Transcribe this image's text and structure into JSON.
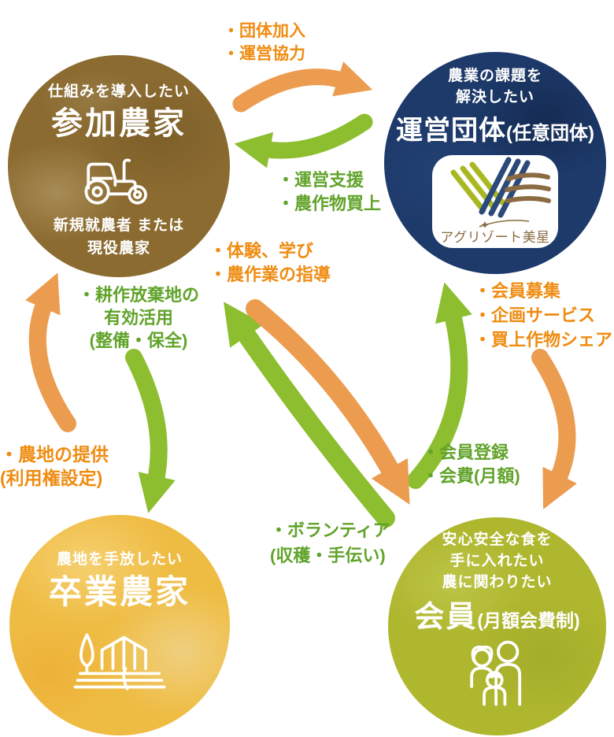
{
  "nodes": {
    "sanka": {
      "tagline": "仕組みを導入したい",
      "title": "参加農家",
      "subtitle_line1": "新規就農者 または",
      "subtitle_line2": "現役農家",
      "icon": "tractor-icon",
      "color": "#8b6b30"
    },
    "unei": {
      "tagline_line1": "農業の課題を",
      "tagline_line2": "解決したい",
      "title": "運営団体",
      "title_suffix": "(任意団体)",
      "logo_text": "アグリゾート美星",
      "icon": "agrisort-logo",
      "color": "#1d3a6a"
    },
    "sotsugyo": {
      "tagline": "農地を手放したい",
      "title": "卒業農家",
      "icon": "farm-icon",
      "color": "#efbc43"
    },
    "kaiin": {
      "tagline_line1": "安心安全な食を",
      "tagline_line2": "手に入れたい",
      "tagline_line3": "農に関わりたい",
      "title": "会員",
      "title_suffix": "(月額会費制)",
      "icon": "family-icon",
      "color": "#afb72f"
    }
  },
  "labels": {
    "join": {
      "line1": "・団体加入",
      "line2": "・運営協力"
    },
    "support": {
      "line1": "・運営支援",
      "line2": "・農作物買上"
    },
    "experience": {
      "line1": "・体験、学び",
      "line2": "・農作業の指導"
    },
    "land_use": {
      "line1": "・耕作放棄地の",
      "line2": "有効活用",
      "line3": "(整備・保全)"
    },
    "land_offer": {
      "line1": "・農地の提供",
      "line2": "(利用権設定)"
    },
    "recruit": {
      "line1": "・会員募集",
      "line2": "・企画サービス",
      "line3": "・買上作物シェア"
    },
    "register": {
      "line1": "・会員登録",
      "line2": "・会費(月額)"
    },
    "volunteer": {
      "line1": "・ボランティア",
      "line2": "(収穫・手伝い)"
    }
  },
  "arrows": [
    {
      "name": "sanka-to-unei",
      "color": "orange"
    },
    {
      "name": "unei-to-sanka",
      "color": "green"
    },
    {
      "name": "sotsugyo-to-sanka",
      "color": "orange"
    },
    {
      "name": "sanka-to-sotsugyo",
      "color": "green"
    },
    {
      "name": "kaiin-to-unei",
      "color": "green"
    },
    {
      "name": "unei-to-kaiin",
      "color": "orange"
    },
    {
      "name": "kaiin-to-sanka",
      "color": "green"
    },
    {
      "name": "sanka-to-kaiin",
      "color": "orange"
    }
  ],
  "colors": {
    "orange_text": "#ef8c12",
    "orange_arrow": "#eb9c4f",
    "green_text": "#61a32a",
    "green_arrow": "#8cbe2f",
    "node_brown": "#8b6b30",
    "node_navy": "#1d3a6a",
    "node_yellow": "#efbc43",
    "node_yellow_green": "#afb72f",
    "logo_brown": "#8a6b42",
    "logo_green": "#a9b821",
    "logo_navy": "#2b4a7a"
  }
}
